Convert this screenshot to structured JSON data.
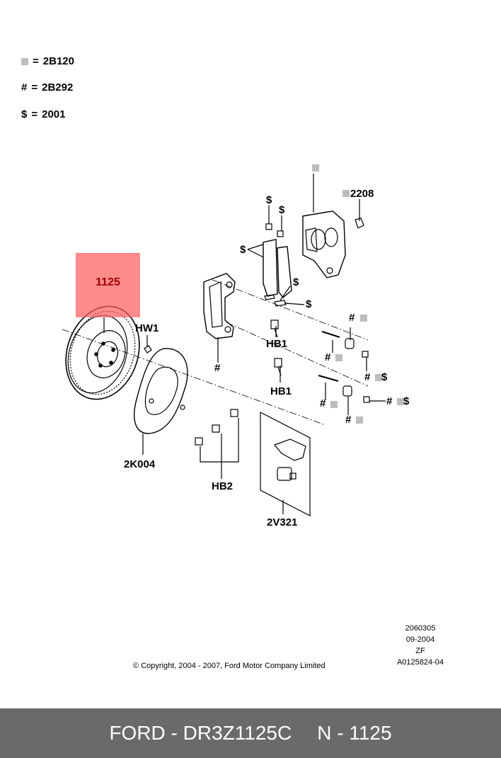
{
  "legend": [
    {
      "symbol": "",
      "symbol_icon": "gray-square-icon",
      "equals": "=",
      "code": "2B120"
    },
    {
      "symbol": "#",
      "equals": "=",
      "code": "2B292"
    },
    {
      "symbol": "$",
      "equals": "=",
      "code": "2001"
    }
  ],
  "labels": {
    "part_2208": "2208",
    "hw1": "HW1",
    "hb1_top": "HB1",
    "hb1_bottom": "HB1",
    "hb2": "HB2",
    "p2k004": "2K004",
    "p2v321": "2V321",
    "highlight": "1125",
    "hash": "#",
    "dollar": "$"
  },
  "meta": {
    "line1": "2060305",
    "line2": "09-2004",
    "line3": "ZF",
    "line4": "A0125824-04"
  },
  "copyright": "© Copyright, 2004 - 2007, Ford Motor Company Limited",
  "footer": {
    "brand_part": "FORD - DR3Z1125C",
    "ref": "N - 1125"
  },
  "colors": {
    "marker_gray": "#bdbdbd",
    "highlight_fill": "#ff5a5a",
    "highlight_text": "#a40000",
    "footer_bg": "#6a6a6a"
  }
}
